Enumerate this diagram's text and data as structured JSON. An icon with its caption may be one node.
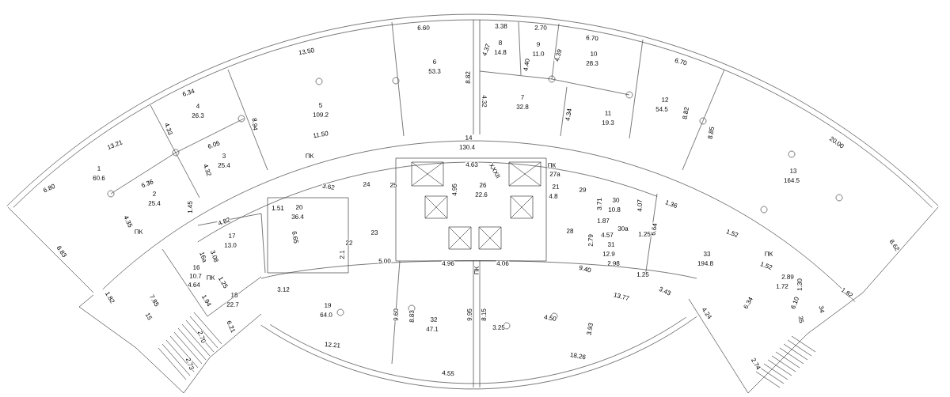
{
  "diagram": {
    "labels": [
      "6.80",
      "13.21",
      "1",
      "60.6",
      "6.34",
      "4",
      "26.3",
      "4.33",
      "6.05",
      "3",
      "25.4",
      "4.32",
      "6.36",
      "2",
      "25.4",
      "4.35",
      "8.94",
      "13.50",
      "5",
      "109.2",
      "11.50",
      "6.60",
      "6",
      "53.3",
      "8.82",
      "3.38",
      "8",
      "14.8",
      "4.37",
      "2.70",
      "9",
      "11.0",
      "4.40",
      "6.70",
      "4.39",
      "10",
      "28.3",
      "4.32",
      "7",
      "32.8",
      "4.34",
      "11",
      "19.3",
      "6.70",
      "12",
      "54.5",
      "8.82",
      "8.85",
      "20.00",
      "13",
      "164.5",
      "14",
      "130.4",
      "ПК",
      "4.63",
      "XXXII",
      "ПК",
      "27а",
      "24",
      "25",
      "3.62",
      "1.51",
      "4.95",
      "26",
      "22.6",
      "21",
      "4.8",
      "29",
      "3.71",
      "30",
      "10.8",
      "1.45",
      "20",
      "36.4",
      "ПК",
      "4.82",
      "6.65",
      "23",
      "1.87",
      "30а",
      "4.07",
      "1.36",
      "28",
      "4.57",
      "2.79",
      "6.64",
      "1.25",
      "31",
      "12.9",
      "17",
      "13.0",
      "16а",
      "3.08",
      "1.52",
      "33",
      "194.8",
      "ПК",
      "1.52",
      "22",
      "2.1",
      "5.00",
      "4.96",
      "4.06",
      "2.98",
      "9.40",
      "16",
      "10.7",
      "4.64",
      "ПК",
      "1.25",
      "1.25",
      "2.89",
      "1.72",
      "1.30",
      "1.82",
      "7.85",
      "1.94",
      "18",
      "22.7",
      "3.12",
      "13.77",
      "3.43",
      "6.34",
      "15",
      "19",
      "64.0",
      "9.60",
      "8.83",
      "32",
      "47.1",
      "9.95",
      "8.15",
      "3.25",
      "4.50",
      "3.93",
      "6.10",
      "35",
      "34",
      "1.82",
      "8.62",
      "8.83",
      "4.24",
      "6.21",
      "2.70",
      "18.26",
      "12.21",
      "2.73",
      "2.74",
      "4.55",
      "ПК"
    ]
  }
}
